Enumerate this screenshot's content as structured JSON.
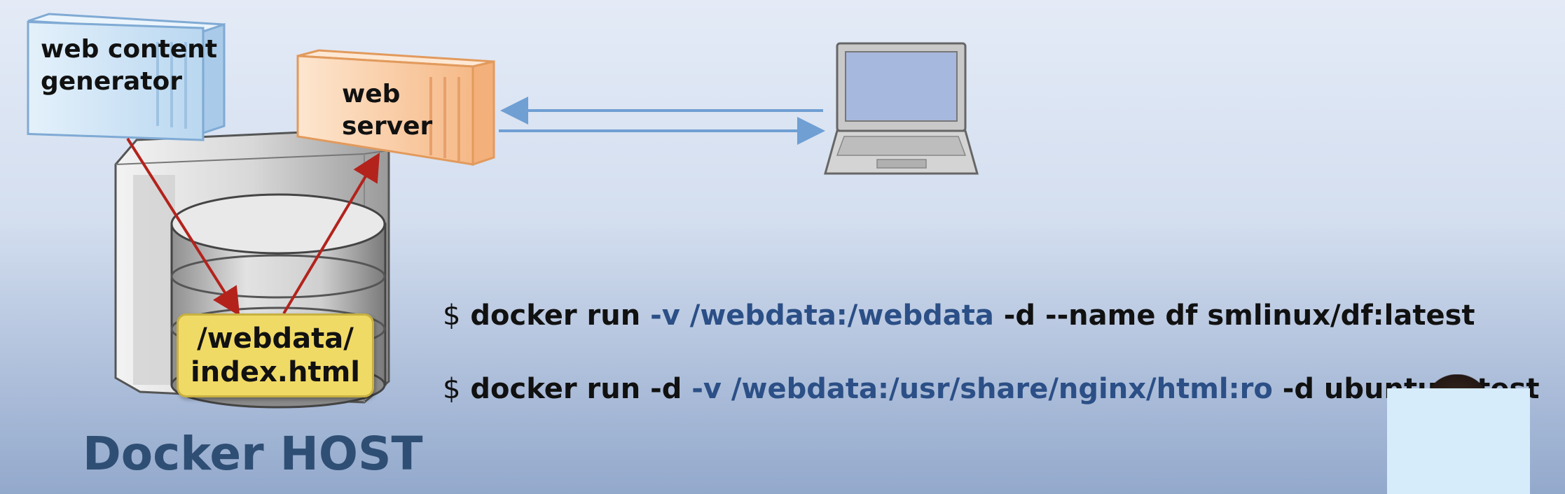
{
  "containers": {
    "generator": {
      "line1": "web content",
      "line2": "generator"
    },
    "server": {
      "line1": "web",
      "line2": "server"
    }
  },
  "volume": {
    "line1": "/webdata/",
    "line2": "index.html"
  },
  "host": {
    "title": "Docker HOST"
  },
  "commands": [
    {
      "prompt": "$",
      "parts": [
        "docker run ",
        "-v /webdata:/webdata",
        " -d --name df smlinux/df:latest"
      ]
    },
    {
      "prompt": "$",
      "parts": [
        "docker run -d ",
        "-v /webdata:/usr/share/nginx/html:ro",
        " -d ubuntu:latest"
      ]
    }
  ],
  "colors": {
    "blue_text": "#2b4f86",
    "arrow_red": "#b3231c",
    "arrow_blue": "#6f9fd3",
    "generator_box": "#cfe4f7",
    "server_box": "#fbd6b3",
    "file_label": "#f0da66"
  },
  "icons": [
    "container-icon",
    "server-tower-icon",
    "database-icon",
    "laptop-icon"
  ]
}
